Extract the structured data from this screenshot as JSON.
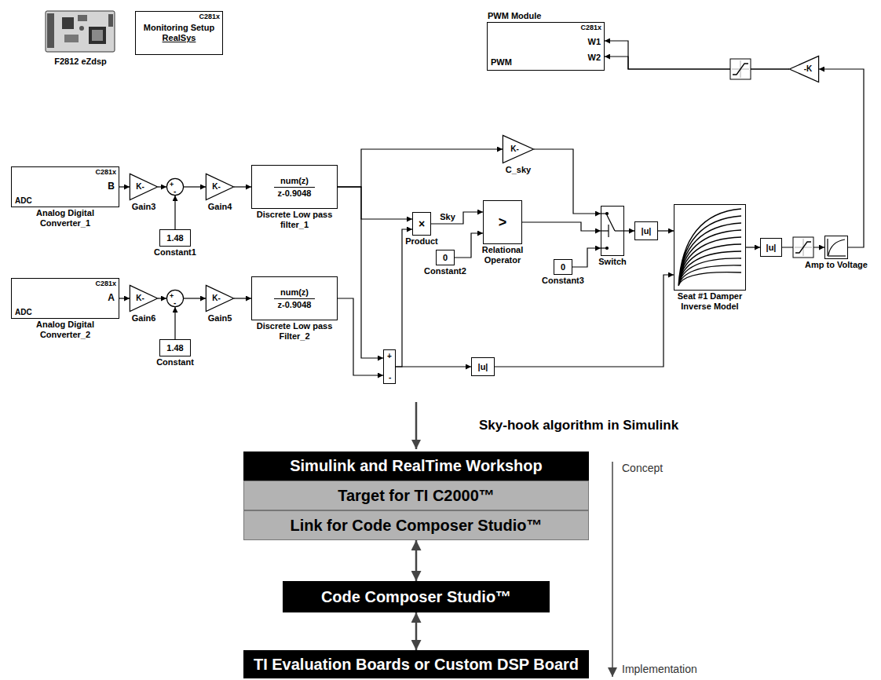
{
  "diagram": {
    "nodes": [
      {
        "text": [
          "F2812 eZdsp"
        ]
      },
      {
        "text": [
          "C281x",
          "Monitoring Setup",
          "RealSys"
        ]
      },
      {
        "text": [
          "PWM Module",
          "C281x",
          "W1",
          "W2",
          "PWM"
        ]
      },
      {
        "text": [
          "C281x",
          "B",
          "ADC",
          "Analog Digital Converter_1"
        ]
      },
      {
        "text": [
          "K-",
          "Gain3"
        ]
      },
      {
        "text": [
          "+",
          "-"
        ]
      },
      {
        "text": [
          "1.48",
          "Constant1"
        ]
      },
      {
        "text": [
          "K-",
          "Gain4"
        ]
      },
      {
        "text": [
          "num(z)",
          "z-0.9048",
          "Discrete Low pass filter_1"
        ]
      },
      {
        "text": [
          "C281x",
          "A",
          "ADC",
          "Analog Digital Converter_2"
        ]
      },
      {
        "text": [
          "K-",
          "Gain6"
        ]
      },
      {
        "text": [
          "+",
          "-"
        ]
      },
      {
        "text": [
          "1.48",
          "Constant"
        ]
      },
      {
        "text": [
          "K-",
          "Gain5"
        ]
      },
      {
        "text": [
          "num(z)",
          "z-0.9048",
          "Discrete Low pass Filter_2"
        ]
      },
      {
        "text": [
          "+",
          "-"
        ]
      },
      {
        "text": [
          "×",
          "Product"
        ]
      },
      {
        "text": [
          "K-",
          "C_sky"
        ]
      },
      {
        "text": [
          "0",
          "Constant2"
        ]
      },
      {
        "text": [
          ">",
          "Relational Operator"
        ]
      },
      {
        "text": [
          "0",
          "Constant3"
        ]
      },
      {
        "text": [
          "Switch"
        ]
      },
      {
        "text": [
          "|u|"
        ]
      },
      {
        "text": [
          "|u|"
        ]
      },
      {
        "text": [
          "Seat #1 Damper Inverse Model"
        ]
      },
      {
        "text": [
          "|u|"
        ]
      },
      {
        "text": [
          "Amp to Voltage"
        ]
      },
      {
        "text": [
          "-K"
        ]
      },
      {
        "text": [
          "Simulink and RealTime Workshop"
        ]
      },
      {
        "text": [
          "Target for TI C2000™"
        ]
      },
      {
        "text": [
          "Link for Code Composer Studio™"
        ]
      },
      {
        "text": [
          "Code Composer Studio™"
        ]
      },
      {
        "text": [
          "TI Evaluation Boards or Custom DSP Board"
        ]
      }
    ],
    "edges": [
      {
        "from": 3,
        "to": 4,
        "arrow": "to"
      },
      {
        "from": 4,
        "to": 5,
        "arrow": "to"
      },
      {
        "from": 6,
        "to": 5,
        "arrow": "to"
      },
      {
        "from": 5,
        "to": 7,
        "arrow": "to"
      },
      {
        "from": 7,
        "to": 8,
        "arrow": "to"
      },
      {
        "from": 9,
        "to": 10,
        "arrow": "to"
      },
      {
        "from": 10,
        "to": 11,
        "arrow": "to"
      },
      {
        "from": 12,
        "to": 11,
        "arrow": "to"
      },
      {
        "from": 11,
        "to": 13,
        "arrow": "to"
      },
      {
        "from": 13,
        "to": 14,
        "arrow": "to"
      },
      {
        "from": 8,
        "to": 15,
        "arrow": "to"
      },
      {
        "from": 14,
        "to": 15,
        "arrow": "to"
      },
      {
        "from": 8,
        "to": 16,
        "arrow": "to"
      },
      {
        "from": 15,
        "to": 16,
        "arrow": "to"
      },
      {
        "from": 8,
        "to": 17,
        "arrow": "to"
      },
      {
        "from": 15,
        "to": 23,
        "arrow": "to"
      },
      {
        "from": 16,
        "to": 19,
        "label": "Sky",
        "arrow": "to"
      },
      {
        "from": 18,
        "to": 19,
        "arrow": "to"
      },
      {
        "from": 17,
        "to": 21,
        "arrow": "to"
      },
      {
        "from": 19,
        "to": 21,
        "arrow": "to"
      },
      {
        "from": 20,
        "to": 21,
        "arrow": "to"
      },
      {
        "from": 21,
        "to": 22,
        "arrow": "to"
      },
      {
        "from": 22,
        "to": 24,
        "arrow": "to"
      },
      {
        "from": 23,
        "to": 24,
        "arrow": "to"
      },
      {
        "from": 24,
        "to": 25,
        "arrow": "to"
      },
      {
        "from": 25,
        "to": 26,
        "arrow": "to"
      },
      {
        "from": 26,
        "to": 27,
        "arrow": "to"
      },
      {
        "from": 27,
        "to": 2,
        "arrow": "to"
      },
      {
        "from": 27,
        "to": 2,
        "arrow": "to"
      },
      {
        "from": 30,
        "to": 31,
        "arrow": "both"
      },
      {
        "from": 31,
        "to": 32,
        "arrow": "both"
      }
    ],
    "labels": [
      "Sky-hook algorithm in Simulink",
      "Concept",
      "Implementation"
    ]
  }
}
